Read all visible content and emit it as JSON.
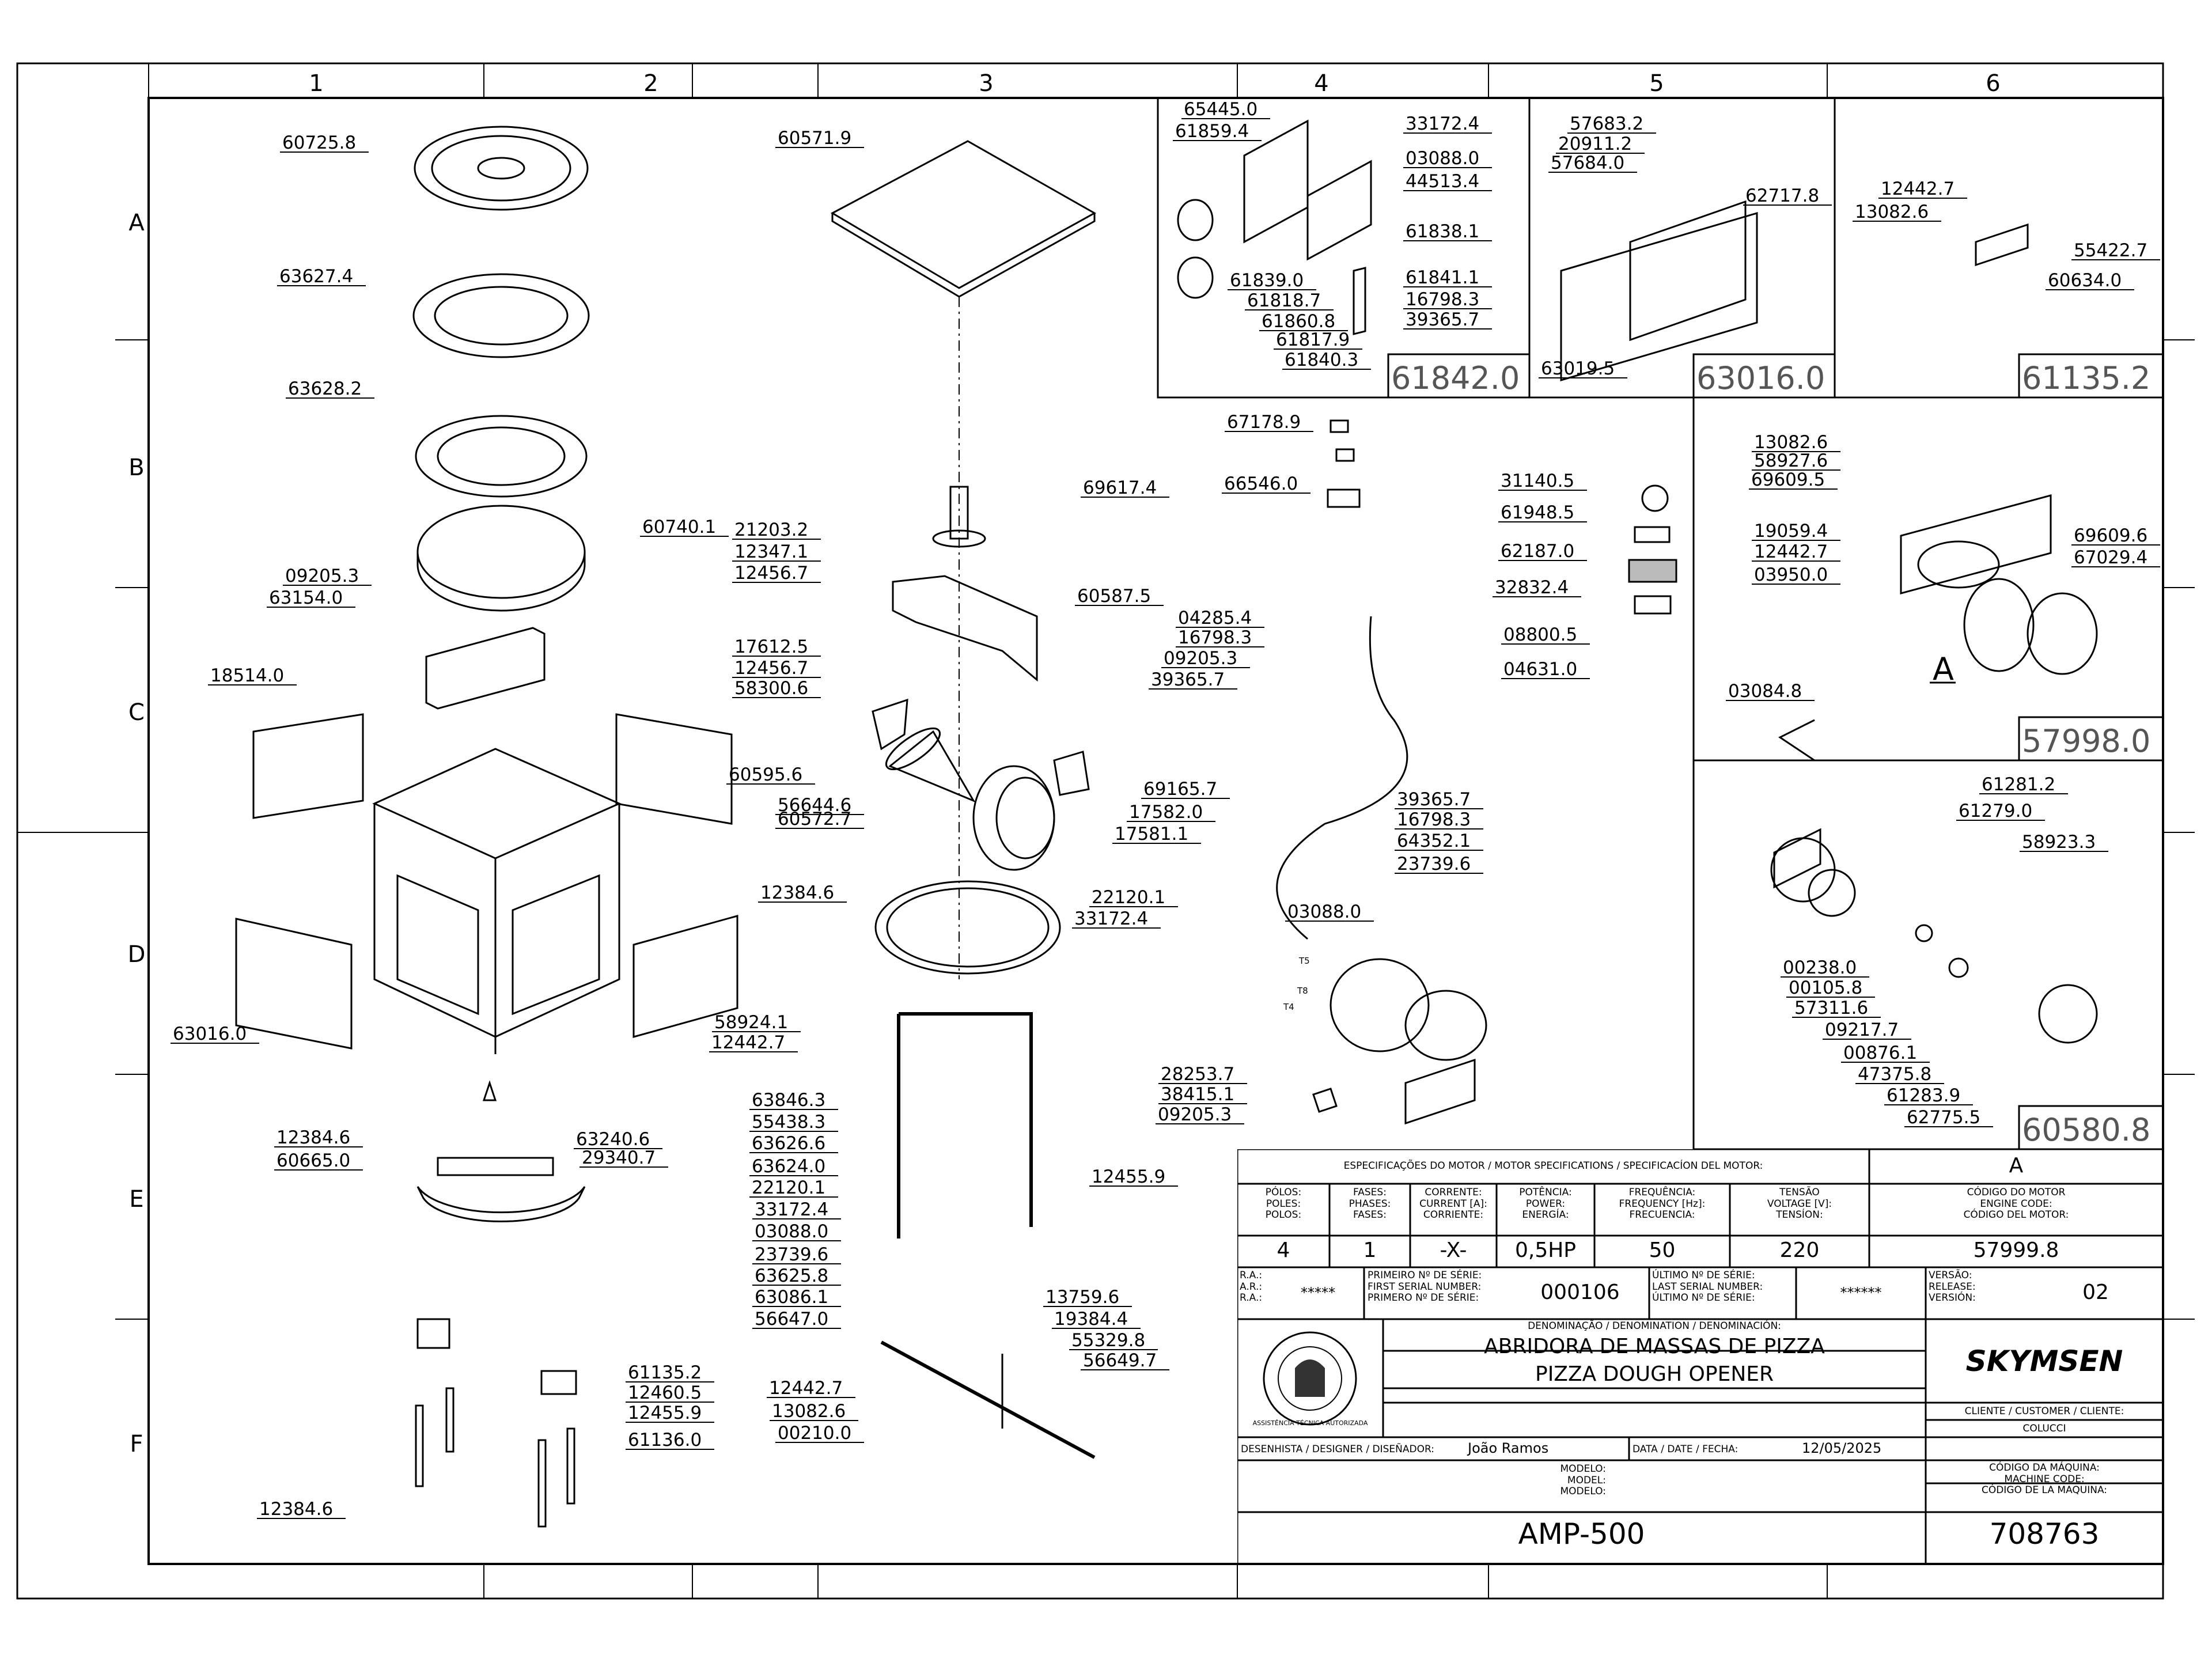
{
  "grid": {
    "cols": [
      "1",
      "2",
      "3",
      "4",
      "5",
      "6"
    ],
    "rows": [
      "A",
      "B",
      "C",
      "D",
      "E",
      "F"
    ]
  },
  "detail_codes": [
    "61842.0",
    "63016.0",
    "61135.2",
    "57998.0",
    "60580.8"
  ],
  "detail_marker": "A",
  "parts": [
    "60725.8",
    "63627.4",
    "63628.2",
    "60740.1",
    "09205.3",
    "63154.0",
    "18514.0",
    "63016.0",
    "56644.6",
    "60572.7",
    "12384.6",
    "63240.6",
    "29340.7",
    "12384.6",
    "60665.0",
    "12384.6",
    "60571.9",
    "21203.2",
    "12347.1",
    "12456.7",
    "69617.4",
    "60587.5",
    "17612.5",
    "12456.7",
    "58300.6",
    "60595.6",
    "58924.1",
    "12442.7",
    "63846.3",
    "55438.3",
    "63626.6",
    "63624.0",
    "22120.1",
    "33172.4",
    "03088.0",
    "23739.6",
    "63625.8",
    "63086.1",
    "56647.0",
    "12455.9",
    "13759.6",
    "19384.4",
    "55329.8",
    "56649.7",
    "12442.7",
    "13082.6",
    "00210.0",
    "61135.2",
    "12460.5",
    "12455.9",
    "61136.0",
    "65445.0",
    "61859.4",
    "33172.4",
    "03088.0",
    "44513.4",
    "61838.1",
    "61839.0",
    "61818.7",
    "61860.8",
    "61817.9",
    "61840.3",
    "61841.1",
    "16798.3",
    "39365.7",
    "57683.2",
    "20911.2",
    "57684.0",
    "62717.8",
    "63019.5",
    "12442.7",
    "13082.6",
    "55422.7",
    "60634.0",
    "67178.9",
    "66546.0",
    "31140.5",
    "61948.5",
    "62187.0",
    "32832.4",
    "04285.4",
    "16798.3",
    "09205.3",
    "39365.7",
    "08800.5",
    "04631.0",
    "69165.7",
    "17582.0",
    "17581.1",
    "22120.1",
    "33172.4",
    "03088.0",
    "39365.7",
    "16798.3",
    "64352.1",
    "23739.6",
    "28253.7",
    "38415.1",
    "09205.3",
    "13082.6",
    "58927.6",
    "69609.5",
    "19059.4",
    "12442.7",
    "03950.0",
    "03084.8",
    "69609.6",
    "67029.4",
    "61281.2",
    "61279.0",
    "58923.3",
    "00238.0",
    "00105.8",
    "57311.6",
    "09217.7",
    "00876.1",
    "47375.8",
    "61283.9",
    "62775.5"
  ],
  "motor_labels": [
    "T5",
    "T8",
    "T4"
  ],
  "motor_spec": {
    "title": "ESPECIFICAÇÕES DO MOTOR / MOTOR SPECIFICATIONS / SPECIFICACÍON DEL MOTOR:",
    "variant": "A",
    "h_poles": [
      "PÓLOS:",
      "POLES:",
      "POLOS:"
    ],
    "h_phases": [
      "FASES:",
      "PHASES:",
      "FASES:"
    ],
    "h_current": [
      "CORRENTE:",
      "CURRENT [A]:",
      "CORRIENTE:"
    ],
    "h_power": [
      "POTÊNCIA:",
      "POWER:",
      "ENERGÍA:"
    ],
    "h_freq": [
      "FREQUÊNCIA:",
      "FREQUENCY [Hz]:",
      "FRECUENCIA:"
    ],
    "h_voltage": [
      "TENSÃO",
      "VOLTAGE [V]:",
      "TENSÍON:"
    ],
    "h_code": [
      "CÓDIGO DO MOTOR",
      "ENGINE CODE:",
      "CÓDIGO DEL MOTOR:"
    ],
    "poles": "4",
    "phases": "1",
    "current": "-X-",
    "power": "0,5HP",
    "frequency": "50",
    "voltage": "220",
    "motor_code": "57999.8"
  },
  "serial": {
    "ra": [
      "R.A.:",
      "A.R.:",
      "R.A.:"
    ],
    "ra_value": "*****",
    "first_label": [
      "PRIMEIRO Nº DE SÉRIE:",
      "FIRST SERIAL NUMBER:",
      "PRIMERO Nº DE SÉRIE:"
    ],
    "first_value": "000106",
    "last_label": [
      "ÚLTIMO Nº DE SÉRIE:",
      "LAST SERIAL NUMBER:",
      "ÚLTIMO Nº DE SÉRIE:"
    ],
    "last_value": "******",
    "version_label": [
      "VERSÃO:",
      "RELEASE:",
      "VERSIÓN:"
    ],
    "version_value": "02"
  },
  "title_block": {
    "denomination_label": "DENOMINAÇÃO / DENOMINATION / DENOMINACIÓN:",
    "name_pt": "ABRIDORA DE MASSAS DE PIZZA",
    "name_en": "PIZZA DOUGH OPENER",
    "brand": "SKYMSEN",
    "stamp_text": "ASSISTÊNCIA TÉCNICA AUTORIZADA",
    "client_label": "CLIENTE / CUSTOMER / CLIENTE:",
    "client": "COLUCCI",
    "designer_label": "DESENHISTA / DESIGNER / DISEÑADOR:",
    "designer": "João Ramos",
    "date_label": "DATA / DATE / FECHA:",
    "date": "12/05/2025",
    "model_label": [
      "MODELO:",
      "MODEL:",
      "MODELO:"
    ],
    "model": "AMP-500",
    "machine_code_label": [
      "CÓDIGO DA MÁQUINA:",
      "MACHINE CODE:",
      "CÓDIGO DE LA MAQUINA:"
    ],
    "machine_code": "708763"
  }
}
